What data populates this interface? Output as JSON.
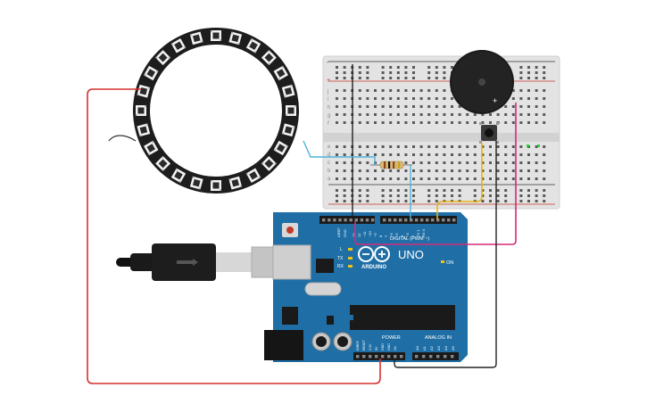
{
  "board": {
    "digital_label": "DIGITAL (PWM ~)",
    "uno_label": "UNO",
    "arduino_label": "ARDUINO",
    "on_label": "ON",
    "power_label": "POWER",
    "analog_label": "ANALOG IN",
    "aref_label": "AREF",
    "gnd_label": "GND",
    "pin_labels": [
      "13",
      "12",
      "~11",
      "~10",
      "~9",
      "8",
      "7",
      "~6",
      "~5",
      "4",
      "~3",
      "2",
      "TX 1",
      "RX 0"
    ],
    "led_labels": [
      "L",
      "TX",
      "RX"
    ],
    "power_pin_labels": [
      "IOREF",
      "RESET",
      "3.3V",
      "5V",
      "GND",
      "GND",
      "Vin"
    ],
    "analog_pin_labels": [
      "A0",
      "A1",
      "A2",
      "A3",
      "A4",
      "A5"
    ]
  },
  "breadboard": {
    "row_letters": [
      "j",
      "i",
      "h",
      "g",
      "f",
      "e",
      "d",
      "c",
      "b",
      "a"
    ],
    "power_signs": [
      "+",
      "-"
    ]
  },
  "buzzer": {
    "plus_sign": "+"
  },
  "colors": {
    "wire_red": "#d6322f",
    "wire_black": "#222222",
    "wire_blue": "#4fb3d9",
    "wire_yellow": "#e6b416",
    "wire_magenta": "#d62a78",
    "arduino_blue": "#1f6fa6"
  },
  "icons": [
    "neopixel-ring-icon",
    "usb-cable-icon",
    "piezo-buzzer-icon",
    "pushbutton-icon",
    "resistor-icon"
  ]
}
